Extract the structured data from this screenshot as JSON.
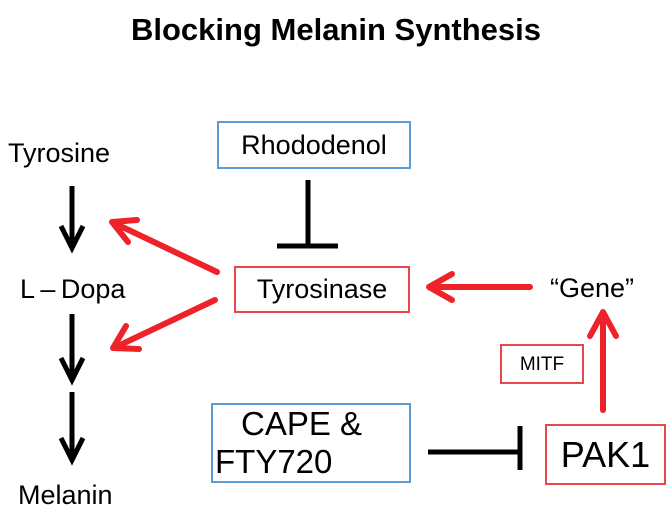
{
  "title": "Blocking Melanin Synthesis",
  "pathway": {
    "steps": [
      "Tyrosine",
      "L – Dopa",
      "Melanin"
    ]
  },
  "nodes": {
    "rhododenol": "Rhododenol",
    "tyrosinase": "Tyrosinase",
    "gene": "“Gene”",
    "mitf": "MITF",
    "cape_line1": "CAPE &",
    "cape_line2": "FTY720",
    "pak1": "PAK1"
  },
  "colors": {
    "inhibitor_box": "#5b9bd5",
    "enzyme_box": "#e8474e",
    "activation_arrow": "#ee2229",
    "inhibition_line": "#000000"
  },
  "edges": [
    {
      "from": "Tyrosine",
      "to": "L-Dopa",
      "type": "conversion"
    },
    {
      "from": "L-Dopa",
      "to": "Melanin",
      "type": "conversion"
    },
    {
      "from": "Rhododenol",
      "to": "Tyrosinase",
      "type": "inhibition"
    },
    {
      "from": "Tyrosinase",
      "to": "Tyrosine→L-Dopa",
      "type": "activation"
    },
    {
      "from": "Tyrosinase",
      "to": "L-Dopa→Melanin",
      "type": "activation"
    },
    {
      "from": "Gene",
      "to": "Tyrosinase",
      "type": "activation"
    },
    {
      "from": "PAK1",
      "to": "Gene",
      "type": "activation",
      "label": "MITF"
    },
    {
      "from": "CAPE & FTY720",
      "to": "PAK1",
      "type": "inhibition"
    }
  ]
}
